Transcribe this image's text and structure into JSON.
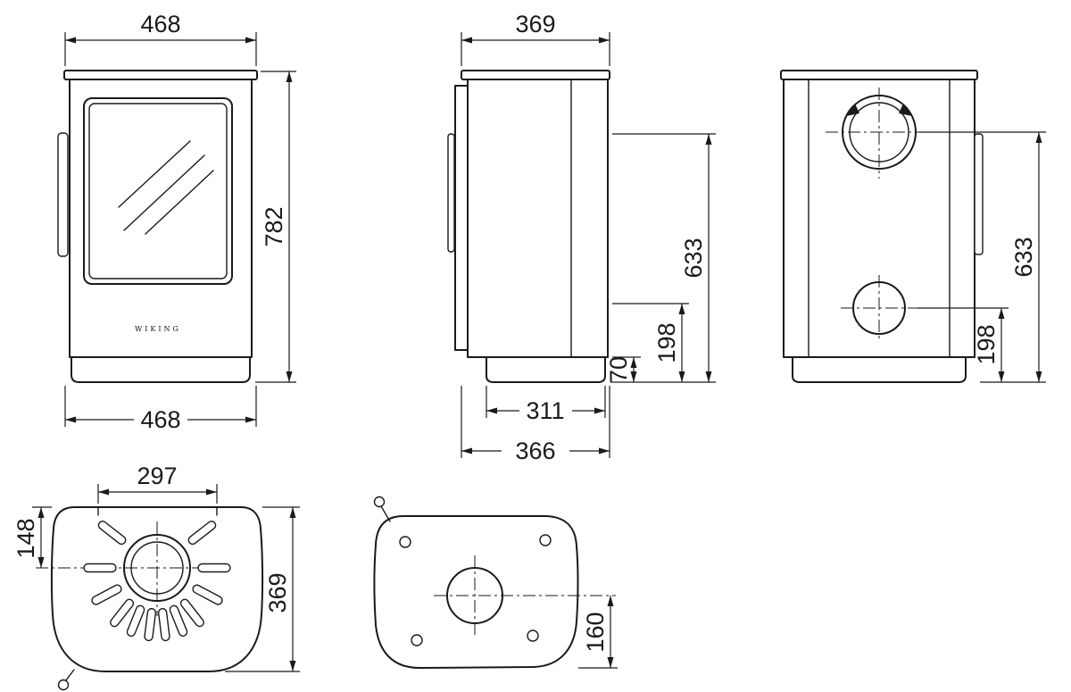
{
  "colors": {
    "ink": "#1a1a1a",
    "background": "#ffffff"
  },
  "brand_text": "WIKING",
  "dims": {
    "front": {
      "width_top": "468",
      "height": "782",
      "width_bottom": "468"
    },
    "side": {
      "depth_top": "369",
      "flue_center_height": "633",
      "rear_outlet_height": "198",
      "base_height": "70",
      "base_depth": "311",
      "body_depth": "366"
    },
    "back": {
      "flue_center_height": "633",
      "rear_outlet_height": "198"
    },
    "top": {
      "vent_panel_width": "297",
      "flue_center_offset": "148",
      "depth": "369"
    },
    "bottom": {
      "outlet_to_rear": "160"
    }
  }
}
